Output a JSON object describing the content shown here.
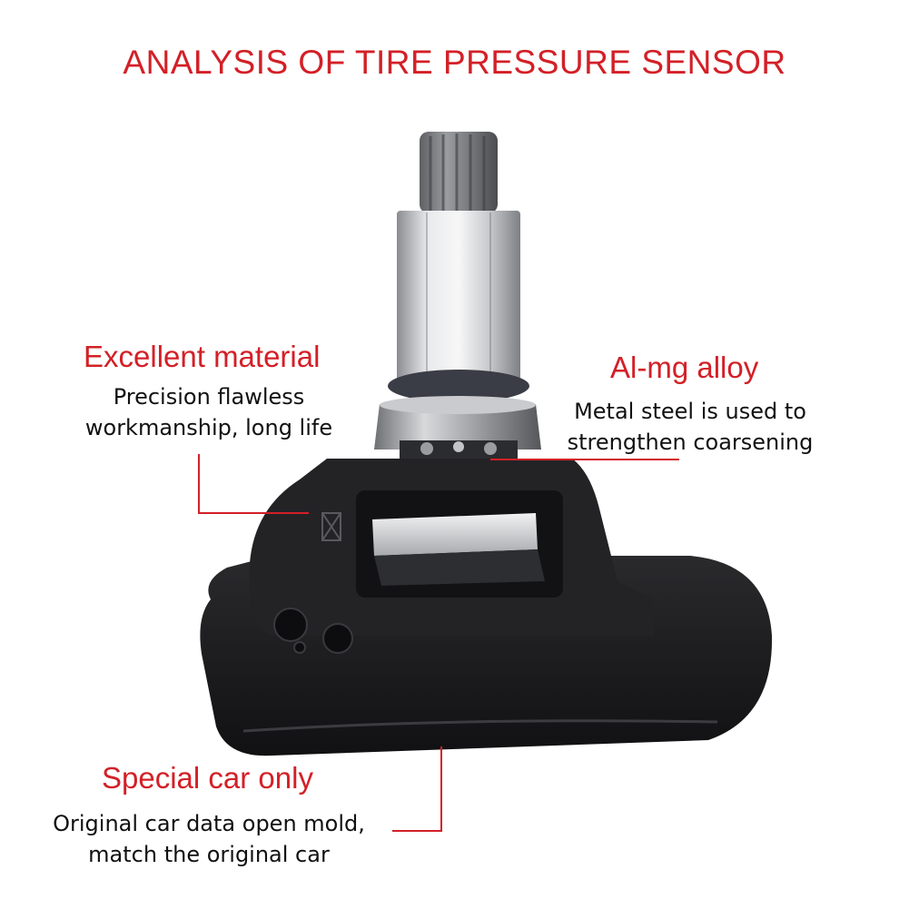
{
  "title": "ANALYSIS OF TIRE PRESSURE SENSOR",
  "colors": {
    "accent": "#d32027",
    "text": "#111111",
    "sensor_body": "#1c1c1e",
    "valve_metal": "#b9bcc1"
  },
  "callouts": {
    "material": {
      "heading": "Excellent material",
      "lines": [
        "Precision flawless",
        "workmanship, long life"
      ]
    },
    "alloy": {
      "heading": "Al-mg alloy",
      "lines": [
        "Metal steel is used to",
        "strengthen coarsening"
      ]
    },
    "special": {
      "heading": "Special car only",
      "lines": [
        "Original car data open mold,",
        "match the original car"
      ]
    }
  }
}
